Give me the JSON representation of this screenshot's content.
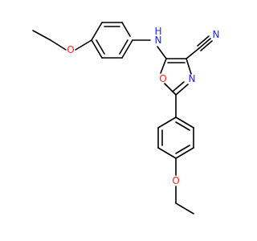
{
  "molecule": {
    "colors": {
      "bond": "#000000",
      "carbon": "#000000",
      "nitrogen": "#1f1fff",
      "oxygen": "#ff1f1f"
    },
    "atom_labels": {
      "n_amine": "N",
      "h_amine": "H",
      "n_nitrile": "N",
      "o_ring": "O",
      "n_ring": "N",
      "o_ether_top": "O",
      "o_ether_bottom": "O"
    }
  }
}
